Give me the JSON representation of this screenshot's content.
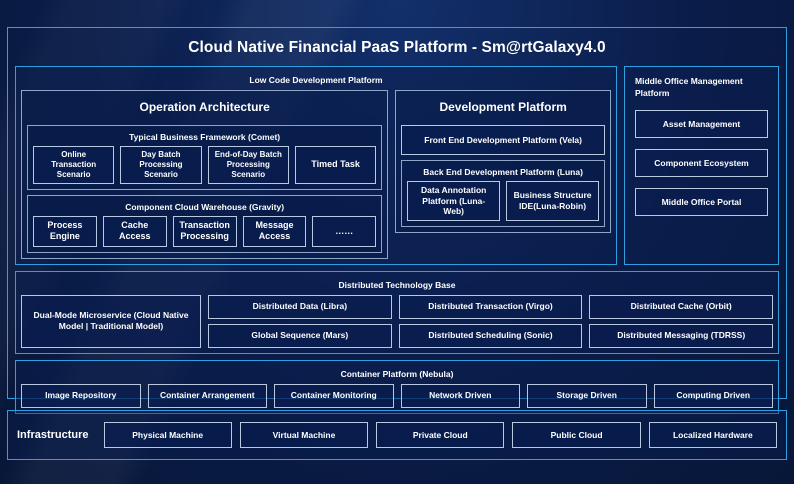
{
  "diagram": {
    "title": "Cloud Native Financial PaaS Platform - Sm@rtGalaxy4.0",
    "colors": {
      "background": "#0b1f4e",
      "frame_border": "#2f9fe0",
      "node_border": "#b9c9e2",
      "text": "#ffffff"
    }
  },
  "low_code": {
    "title": "Low Code Development Platform",
    "operation_architecture": {
      "title": "Operation Architecture",
      "typical_business_framework": {
        "title": "Typical Business Framework (Comet)",
        "nodes": [
          "Online Transaction Scenario",
          "Day Batch Processing Scenario",
          "End-of-Day Batch Processing Scenario",
          "Timed Task"
        ]
      },
      "component_cloud_warehouse": {
        "title": "Component Cloud Warehouse (Gravity)",
        "nodes": [
          "Process Engine",
          "Cache Access",
          "Transaction Processing",
          "Message Access",
          "……"
        ]
      }
    },
    "development_platform": {
      "title": "Development Platform",
      "front_end": "Front End Development Platform (Vela)",
      "back_end": {
        "title": "Back End Development Platform (Luna)",
        "nodes": [
          "Data Annotation Platform (Luna-Web)",
          "Business Structure IDE(Luna-Robin)"
        ]
      }
    }
  },
  "middle_office": {
    "title": "Middle Office Management Platform",
    "nodes": [
      "Asset Management",
      "Component Ecosystem",
      "Middle Office Portal"
    ]
  },
  "distributed_technology_base": {
    "title": "Distributed Technology Base",
    "highlight_node": "Dual-Mode Microservice (Cloud Native Model | Traditional Model)",
    "columns": [
      [
        "Distributed Data (Libra)",
        "Global Sequence (Mars)"
      ],
      [
        "Distributed Transaction (Virgo)",
        "Distributed Scheduling (Sonic)"
      ],
      [
        "Distributed Cache (Orbit)",
        "Distributed Messaging (TDRSS)"
      ]
    ]
  },
  "container_platform": {
    "title": "Container Platform (Nebula)",
    "nodes": [
      "Image Repository",
      "Container Arrangement",
      "Container Monitoring",
      "Network Driven",
      "Storage Driven",
      "Computing Driven"
    ]
  },
  "infrastructure": {
    "label": "Infrastructure",
    "nodes": [
      "Physical Machine",
      "Virtual Machine",
      "Private Cloud",
      "Public Cloud",
      "Localized Hardware"
    ]
  }
}
